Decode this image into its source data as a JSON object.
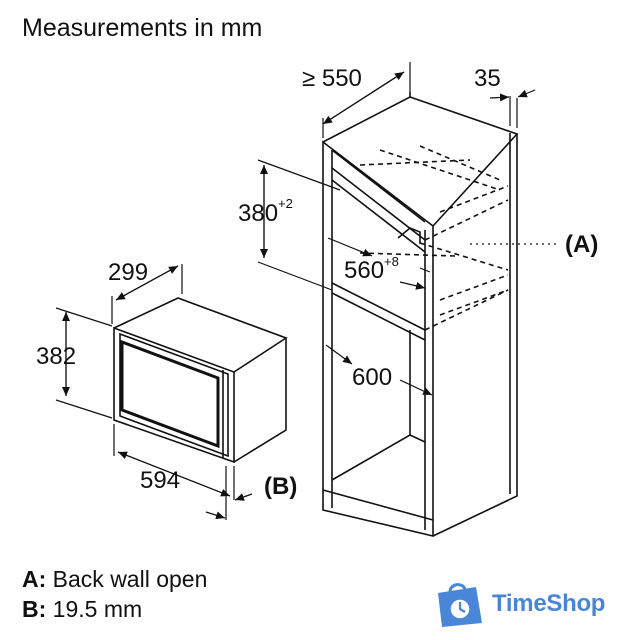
{
  "title": "Measurements in mm",
  "dimensions": {
    "depth_min": "≥ 550",
    "gap": "35",
    "niche_height": "380",
    "niche_height_tol": "+2",
    "niche_width": "560",
    "niche_width_tol": "+8",
    "cabinet_width": "600",
    "oven_depth": "299",
    "oven_height": "382",
    "oven_width": "594"
  },
  "callouts": {
    "a_marker": "(A)",
    "b_marker": "(B)"
  },
  "legend": [
    {
      "key": "A:",
      "text": "Back wall open"
    },
    {
      "key": "B:",
      "text": "19.5 mm"
    }
  ],
  "brand": {
    "name": "TimeShop",
    "color": "#4a86d8"
  }
}
